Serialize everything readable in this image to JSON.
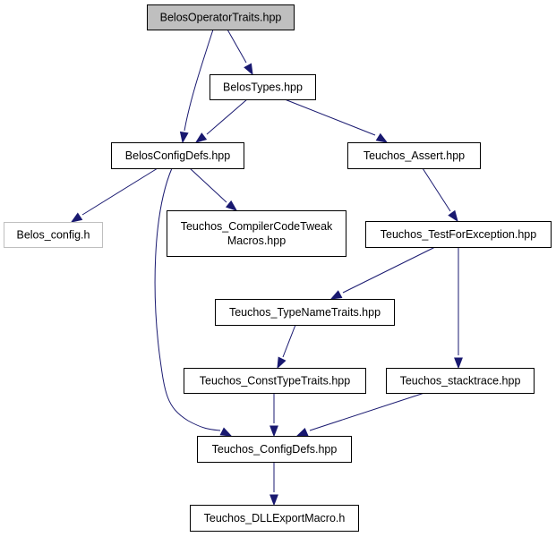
{
  "graph": {
    "nodes": [
      {
        "id": "belos-operator-traits",
        "label": "BelosOperatorTraits.hpp",
        "style": "root"
      },
      {
        "id": "belos-types",
        "label": "BelosTypes.hpp",
        "style": "normal"
      },
      {
        "id": "belos-config-defs",
        "label": "BelosConfigDefs.hpp",
        "style": "normal"
      },
      {
        "id": "teuchos-assert",
        "label": "Teuchos_Assert.hpp",
        "style": "normal"
      },
      {
        "id": "belos-config-h",
        "label": "Belos_config.h",
        "style": "external"
      },
      {
        "id": "teuchos-compiler-code-tweak-macros",
        "label": "Teuchos_CompilerCodeTweak\nMacros.hpp",
        "style": "normal"
      },
      {
        "id": "teuchos-test-for-exception",
        "label": "Teuchos_TestForException.hpp",
        "style": "normal"
      },
      {
        "id": "teuchos-type-name-traits",
        "label": "Teuchos_TypeNameTraits.hpp",
        "style": "normal"
      },
      {
        "id": "teuchos-const-type-traits",
        "label": "Teuchos_ConstTypeTraits.hpp",
        "style": "normal"
      },
      {
        "id": "teuchos-stacktrace",
        "label": "Teuchos_stacktrace.hpp",
        "style": "normal"
      },
      {
        "id": "teuchos-config-defs",
        "label": "Teuchos_ConfigDefs.hpp",
        "style": "normal"
      },
      {
        "id": "teuchos-dll-export-macro",
        "label": "Teuchos_DLLExportMacro.h",
        "style": "normal"
      }
    ],
    "edges": [
      {
        "from": "belos-operator-traits",
        "to": "belos-types"
      },
      {
        "from": "belos-operator-traits",
        "to": "belos-config-defs"
      },
      {
        "from": "belos-types",
        "to": "belos-config-defs"
      },
      {
        "from": "belos-types",
        "to": "teuchos-assert"
      },
      {
        "from": "belos-config-defs",
        "to": "belos-config-h"
      },
      {
        "from": "belos-config-defs",
        "to": "teuchos-compiler-code-tweak-macros"
      },
      {
        "from": "belos-config-defs",
        "to": "teuchos-config-defs"
      },
      {
        "from": "teuchos-assert",
        "to": "teuchos-test-for-exception"
      },
      {
        "from": "teuchos-test-for-exception",
        "to": "teuchos-type-name-traits"
      },
      {
        "from": "teuchos-test-for-exception",
        "to": "teuchos-stacktrace"
      },
      {
        "from": "teuchos-type-name-traits",
        "to": "teuchos-const-type-traits"
      },
      {
        "from": "teuchos-const-type-traits",
        "to": "teuchos-config-defs"
      },
      {
        "from": "teuchos-stacktrace",
        "to": "teuchos-config-defs"
      },
      {
        "from": "teuchos-config-defs",
        "to": "teuchos-dll-export-macro"
      }
    ],
    "colors": {
      "edge": "#191970",
      "root_fill": "#bfbfbf",
      "node_border": "#000000",
      "external_border": "#bfbfbf",
      "background": "#ffffff"
    }
  }
}
